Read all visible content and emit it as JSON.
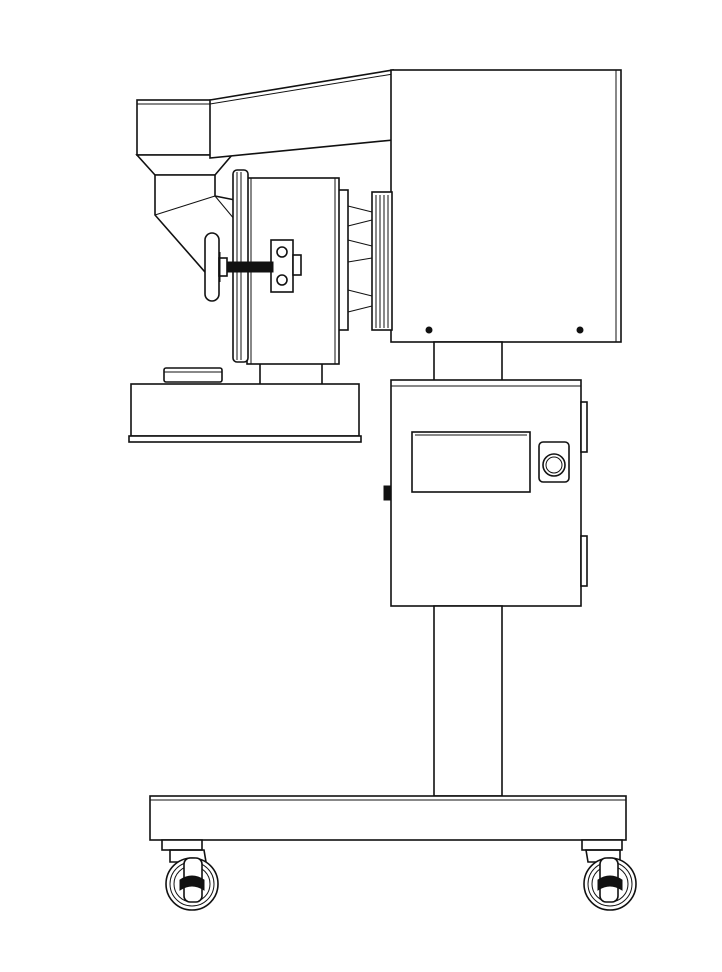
{
  "drawing": {
    "background": "#ffffff",
    "line_color": "#111111",
    "subject": "machine-side-elevation",
    "components": [
      "hopper",
      "hopper-chute",
      "housing-hood",
      "motor-box",
      "mill-drum",
      "face-plate",
      "handwheel",
      "cooling-fins",
      "drum-support",
      "collection-tray",
      "control-box",
      "display-window",
      "selector-knob",
      "stand-column",
      "base-frame",
      "caster-left",
      "caster-right"
    ]
  }
}
